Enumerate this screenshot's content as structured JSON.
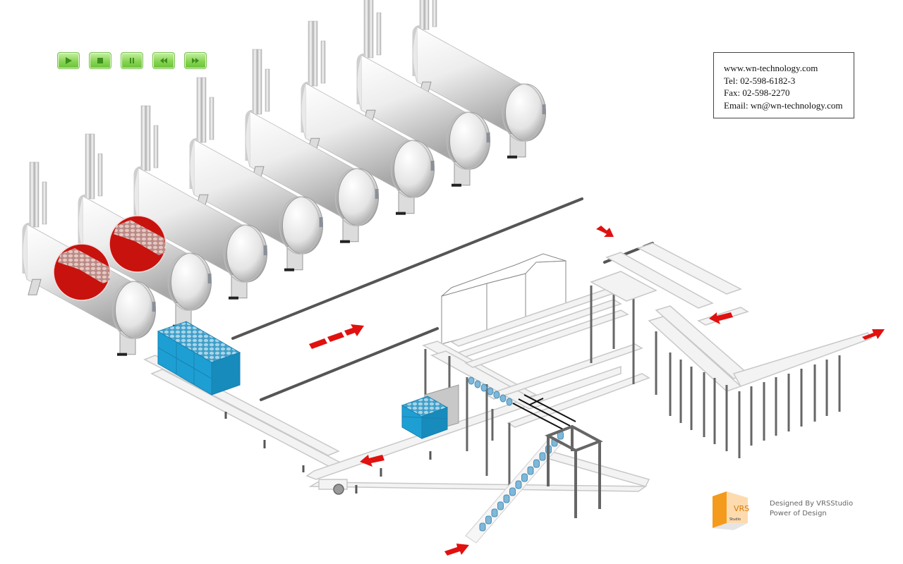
{
  "controls": [
    {
      "id": "play",
      "label": "Play",
      "icon": "play-icon"
    },
    {
      "id": "stop",
      "label": "Stop",
      "icon": "stop-icon"
    },
    {
      "id": "pause",
      "label": "Pause",
      "icon": "pause-icon"
    },
    {
      "id": "rewind",
      "label": "Rewind",
      "icon": "rewind-icon"
    },
    {
      "id": "fast_forward",
      "label": "Fast Forward",
      "icon": "fast-forward-icon"
    }
  ],
  "contact": {
    "website": "www.wn-technology.com",
    "tel": "Tel: 02-598-6182-3",
    "fax": "Fax: 02-598-2270",
    "email": "Email: wn@wn-technology.com"
  },
  "brand": {
    "line1": "Designed By VRSStudio",
    "line2": "Power of Design",
    "logo_mark": "VRS",
    "logo_sub": "Studio"
  },
  "diagram": {
    "retort_count": 8,
    "loaded_retorts": 2,
    "colors": {
      "loaded_section": "#c8120e",
      "crate": "#1e9fd4",
      "flow_arrow": "#e0110f",
      "control_button": "#7ccb47",
      "frame": "#e6e6e6",
      "leg": "#6b6b6b"
    },
    "flow_arrows": [
      {
        "name": "arrow-feed-to-retorts",
        "direction": "east"
      },
      {
        "name": "arrow-top-conveyor",
        "direction": "southeast"
      },
      {
        "name": "arrow-cross-conveyor",
        "direction": "southwest"
      },
      {
        "name": "arrow-exit",
        "direction": "northeast"
      },
      {
        "name": "arrow-return-conveyor",
        "direction": "southwest"
      },
      {
        "name": "arrow-infeed",
        "direction": "northeast"
      }
    ]
  }
}
